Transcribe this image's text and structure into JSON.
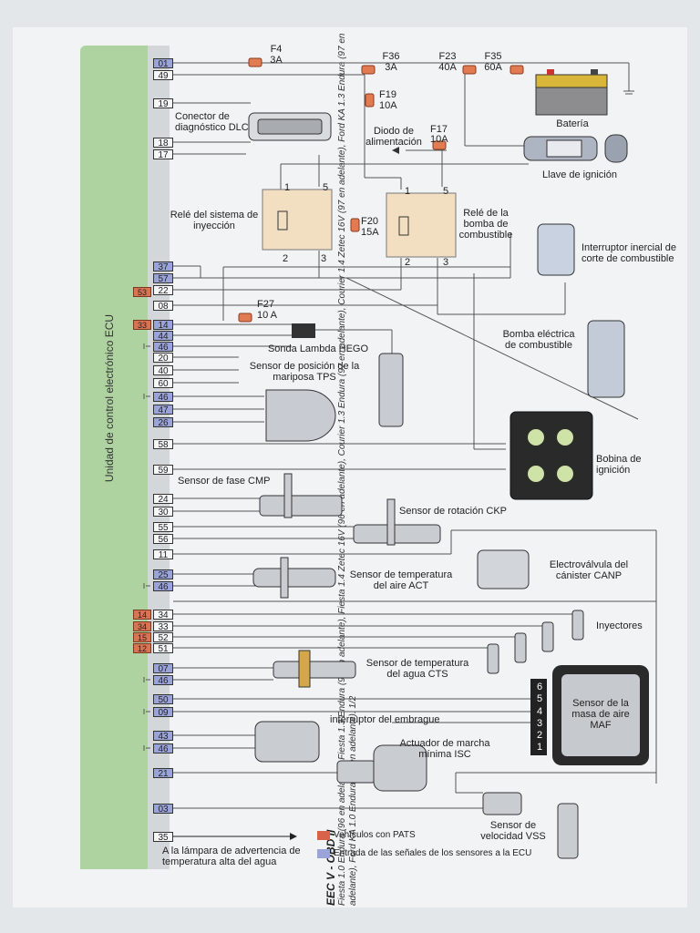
{
  "side_text": {
    "title": "EEC V - OBD II",
    "description": "Fiesta 1.0 Endura (96 en adelante), Fiesta 1.3 Endura (96 en adelante), Fiesta 1.4 Zetec 16V (96 en adelante), Courier 1.3 Endura (97 en adelante), Courier 1.4 Zetec 16V (97 en adelante), Ford KA 1.3 Endura (97 en adelante), Ford KA 1.0 Endura (97 en adelante). 1/2"
  },
  "ecu_label": "Unidad de control electrónico ECU",
  "pins": [
    "01",
    "49",
    "19",
    "18",
    "17",
    "37",
    "57",
    "22",
    "08",
    "14",
    "44",
    "46",
    "20",
    "40",
    "60",
    "46",
    "47",
    "26",
    "58",
    "59",
    "24",
    "30",
    "55",
    "56",
    "11",
    "25",
    "46",
    "34",
    "33",
    "52",
    "51",
    "07",
    "46",
    "50",
    "09",
    "43",
    "46",
    "21",
    "03",
    "35"
  ],
  "pats_tags": [
    "53",
    "33",
    "14",
    "34",
    "15",
    "12"
  ],
  "fuses": [
    {
      "name": "F4",
      "rating": "3A"
    },
    {
      "name": "F36",
      "rating": "3A"
    },
    {
      "name": "F23",
      "rating": "40A"
    },
    {
      "name": "F35",
      "rating": "60A"
    },
    {
      "name": "F19",
      "rating": "10A"
    },
    {
      "name": "F17",
      "rating": "10A"
    },
    {
      "name": "F20",
      "rating": "15A"
    },
    {
      "name": "F27",
      "rating": "10 A"
    }
  ],
  "components": {
    "bateria": "Batería",
    "dlc": "Conector de diagnóstico DLC",
    "diodo": "Diodo de alimentación",
    "llave": "Llave de ignición",
    "rele_inyeccion": "Relé del sistema de inyección",
    "rele_bomba": "Relé de la bomba de combustible",
    "interruptor_inercial": "Interruptor inercial de corte de combustible",
    "bomba": "Bomba eléctrica de combustible",
    "hego": "Sonda Lambda HEGO",
    "tps": "Sensor de posición de la mariposa TPS",
    "bobina": "Bobina de ignición",
    "cmp": "Sensor de fase CMP",
    "ckp": "Sensor de rotación CKP",
    "canp": "Electroválvula del cánister CANP",
    "act": "Sensor de temperatura del aire ACT",
    "inyectores": "Inyectores",
    "cts": "Sensor de temperatura del agua CTS",
    "maf": "Sensor de la masa de aire MAF",
    "embrague": "interruptor del embrague",
    "isc": "Actuador de marcha mínima ISC",
    "vss": "Sensor de velocidad VSS",
    "lampara": "A la lámpara de advertencia de temperatura alta del agua"
  },
  "relay_terminals": [
    "1",
    "5",
    "2",
    "3"
  ],
  "maf_terminals": [
    "6",
    "5",
    "4",
    "3",
    "2",
    "1"
  ],
  "legend": [
    {
      "label": "Vehículos con PATS",
      "color": "#d9634a"
    },
    {
      "label": "Entrada de las señales de los sensores a la ECU",
      "color": "#9aa4d8"
    }
  ]
}
